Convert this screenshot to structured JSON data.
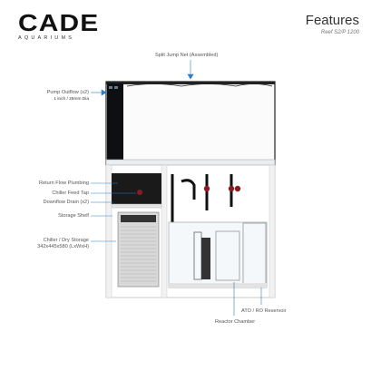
{
  "brand": {
    "name": "CADE",
    "tagline": "AQUARIUMS"
  },
  "header": {
    "title": "Features",
    "model": "Reef S2/P 1200"
  },
  "labels": {
    "split_jump_net": "Split Jump Net (Assembled)",
    "pump_outflow": "Pump Outflow (x2)",
    "pump_outflow_size": "1 inch / 25mm Dia",
    "return_flow_plumbing": "Return Flow Plumbing",
    "chiller_feed_tap": "Chiller Feed Tap",
    "downflow_drain": "Downflow Drain (x2)",
    "storage_shelf": "Storage Shelf",
    "chiller_dry_storage": "Chiller / Dry Storage",
    "chiller_dry_storage_size": "342x445x580 (LxWxH)",
    "ato_ro_reservoir": "ATO / RO Reservoir",
    "reactor_chamber": "Reactor Chamber"
  },
  "colors": {
    "accent": "#2a7fc9",
    "cabinet": "#ffffff",
    "glass": "#111111",
    "valve": "#8b1a22"
  }
}
